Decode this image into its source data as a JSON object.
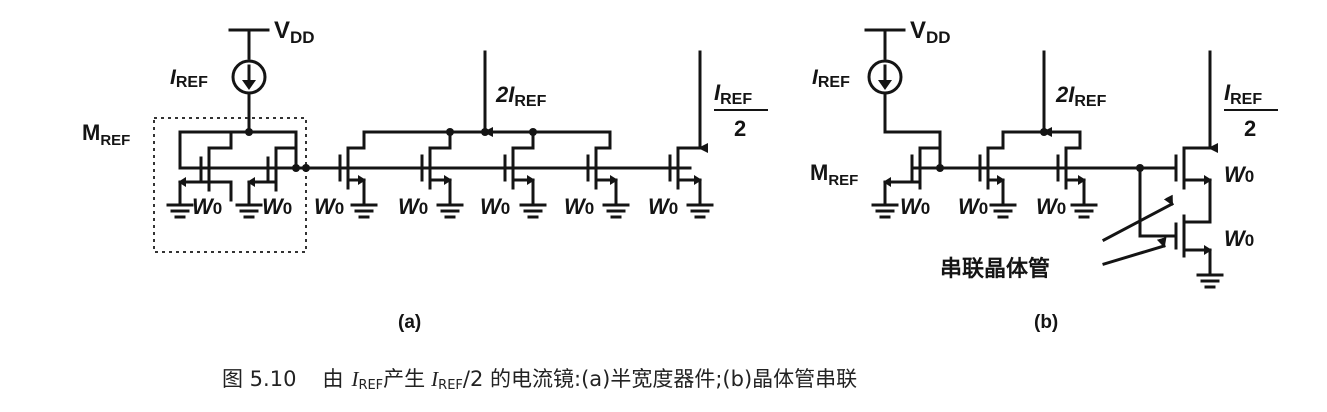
{
  "circuit_a": {
    "vdd": "V",
    "vdd_sub": "DD",
    "iref": "I",
    "iref_sub": "REF",
    "mref": "M",
    "mref_sub": "REF",
    "out1": "2I",
    "out1_sub": "REF",
    "out2_num": "I",
    "out2_num_sub": "REF",
    "out2_den": "2",
    "width": "W",
    "width_sub": "0",
    "label": "(a)"
  },
  "circuit_b": {
    "vdd": "V",
    "vdd_sub": "DD",
    "iref": "I",
    "iref_sub": "REF",
    "mref": "M",
    "mref_sub": "REF",
    "out1": "2I",
    "out1_sub": "REF",
    "out2_num": "I",
    "out2_num_sub": "REF",
    "out2_den": "2",
    "width": "W",
    "width_sub": "0",
    "series_label": "串联晶体管",
    "label": "(b)"
  },
  "caption": {
    "fig": "图 5.10",
    "t1": "由",
    "i1": "I",
    "s1": "REF",
    "t2": "产生",
    "i2": "I",
    "s2": "REF",
    "t3": "/2 的电流镜:(a)半宽度器件;(b)晶体管串联"
  }
}
